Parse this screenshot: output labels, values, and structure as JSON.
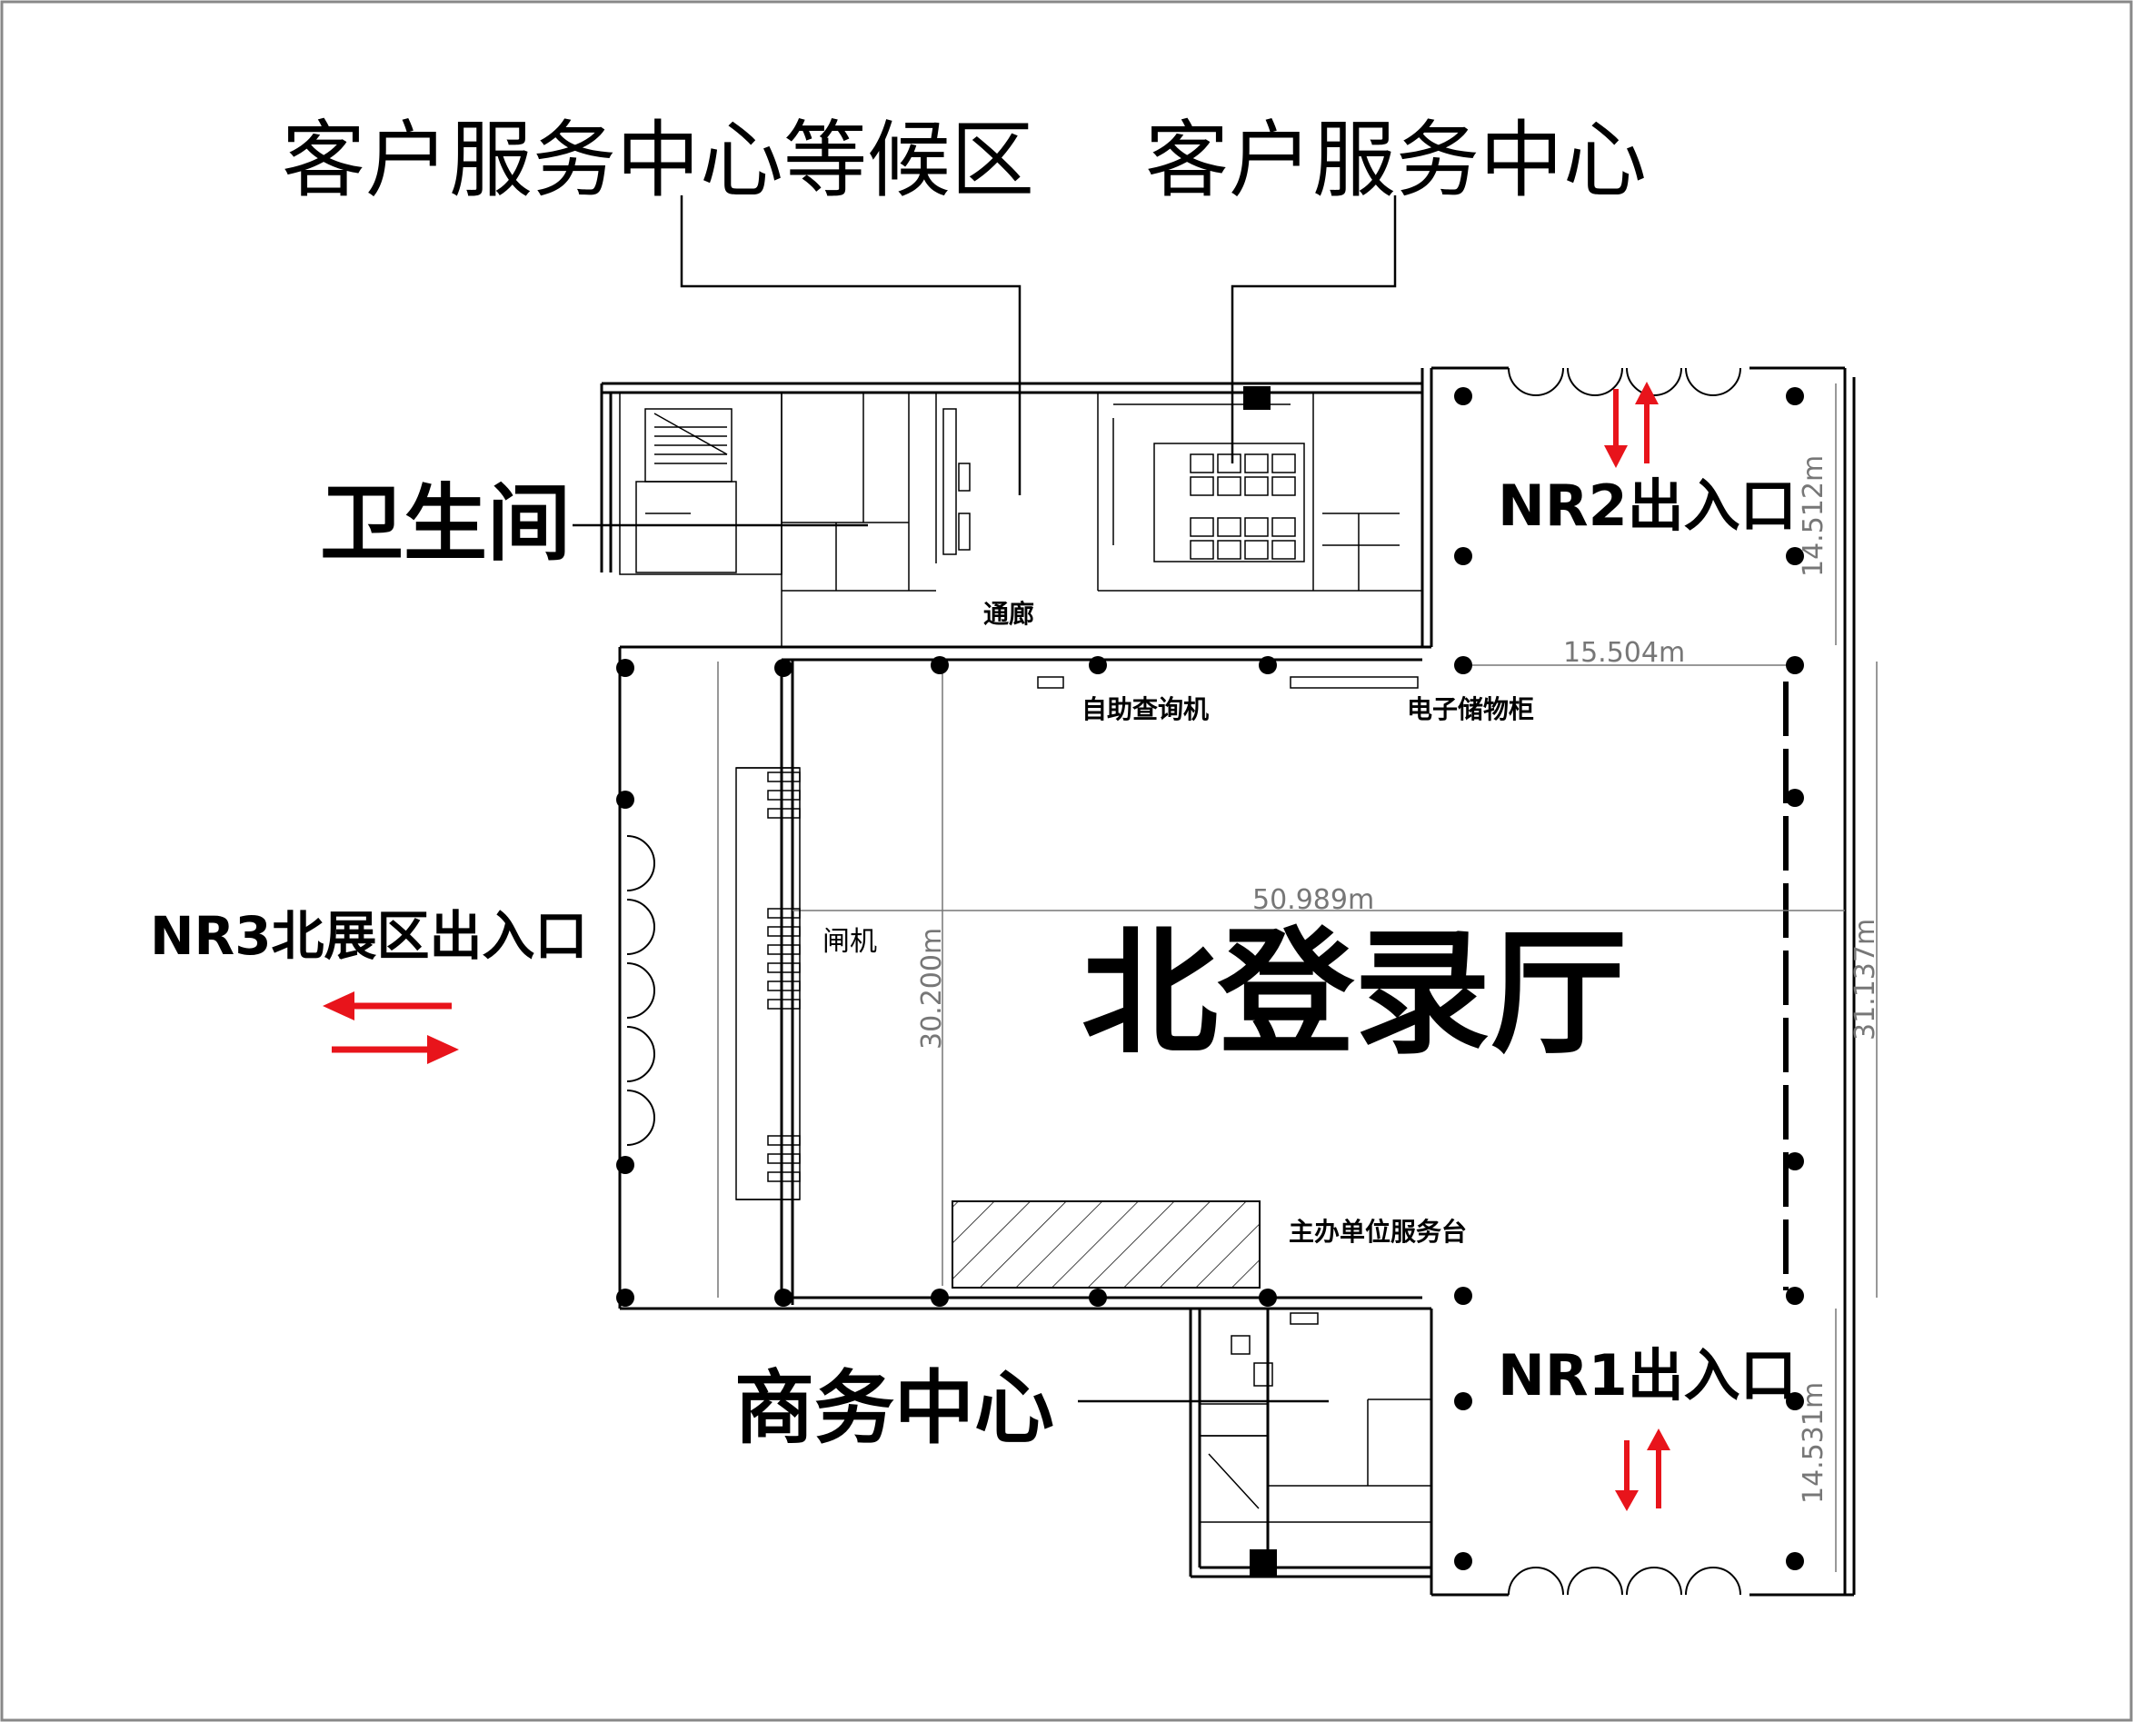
{
  "labels": {
    "waiting_area": "客户服务中心等候区",
    "service_center": "客户服务中心",
    "restroom": "卫生间",
    "corridor": "通廊",
    "self_query": "自助查询机",
    "e_locker": "电子储物柜",
    "gate": "闸机",
    "main_hall": "北登录厅",
    "organizer_desk": "主办单位服务台",
    "business_center": "商务中心",
    "entrance_nr1": "NR1出入口",
    "entrance_nr2": "NR2出入口",
    "entrance_nr3": "NR3北展区出入口"
  },
  "dimensions": {
    "d1": "15.504m",
    "d2": "50.989m",
    "d3": "30.200m",
    "d4": "31.137m",
    "d5": "14.512m",
    "d6": "14.531m"
  },
  "colors": {
    "arrow": "#e8141b",
    "line": "#000000",
    "dim": "#777777"
  }
}
